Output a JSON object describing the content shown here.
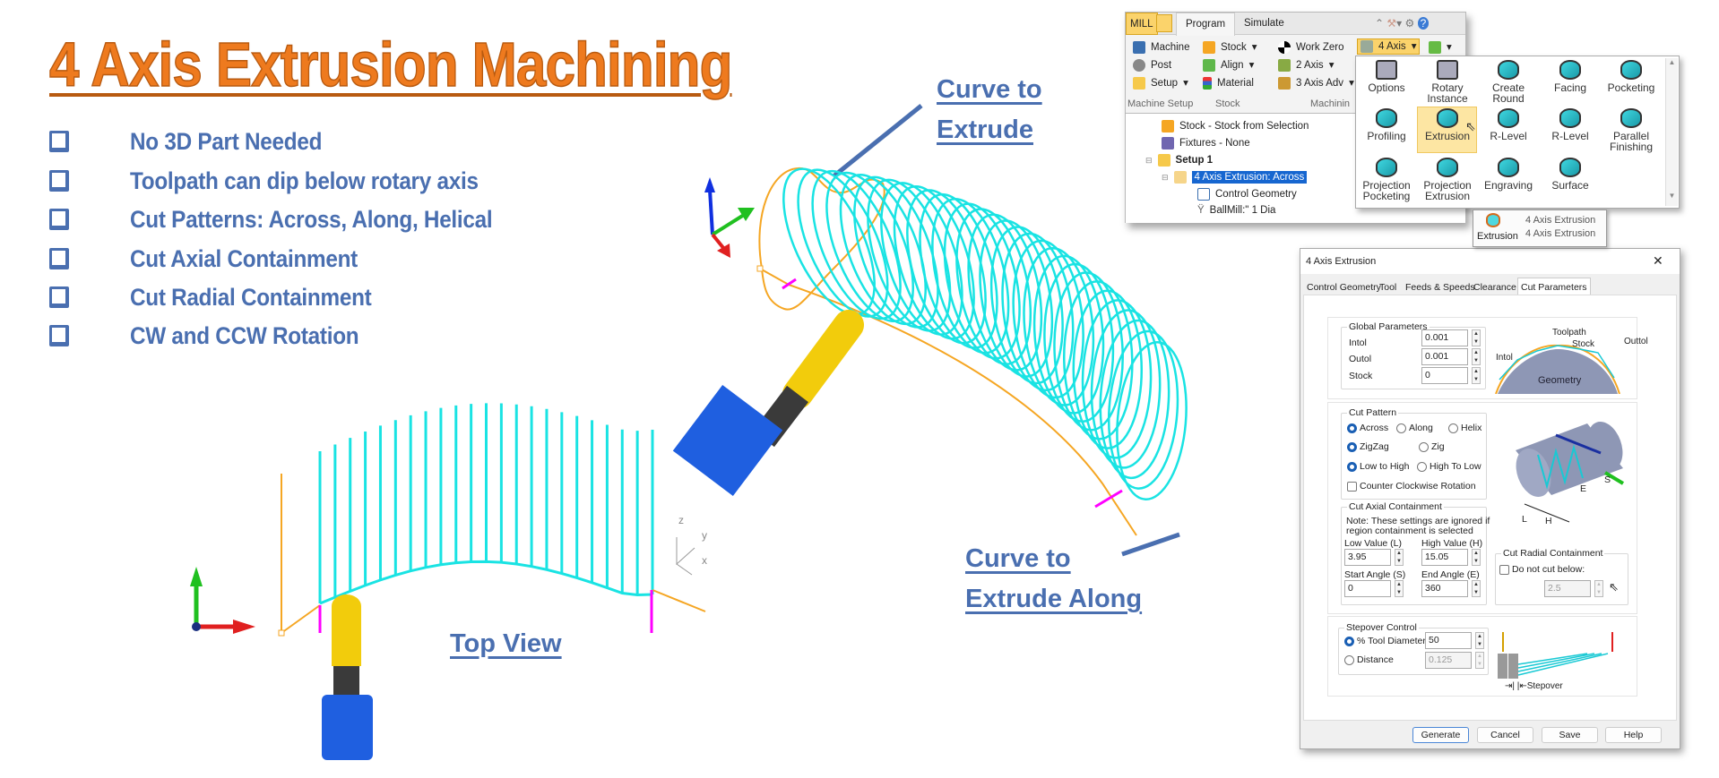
{
  "title": "4 Axis Extrusion Machining",
  "bullets": [
    "No 3D Part Needed",
    "Toolpath can dip below rotary axis",
    "Cut Patterns: Across, Along, Helical",
    "Cut Axial Containment",
    "Cut Radial Containment",
    "CW and CCW Rotation"
  ],
  "callouts": {
    "curve_extrude": [
      "Curve to",
      "Extrude"
    ],
    "curve_along": [
      "Curve to",
      "Extrude Along"
    ],
    "top_view": "Top View"
  },
  "axes_labels": {
    "z": "z",
    "y": "y",
    "x": "x"
  },
  "colors": {
    "title": "#ee7a1e",
    "text_blue": "#4a6fb0",
    "toolpath": "#19e3e3",
    "curve": "#f5a623",
    "marker": "#ff00ff",
    "holder": "#1f5fe0",
    "tool": "#f2cc0c"
  },
  "ribbon": {
    "tabs": [
      "MILL",
      "Program",
      "Simulate"
    ],
    "active_tab": "Program",
    "machine_setup": {
      "items": [
        "Machine",
        "Post",
        "Setup"
      ],
      "label": "Machine Setup"
    },
    "stock": {
      "items": [
        "Stock",
        "Align",
        "Material"
      ],
      "label": "Stock"
    },
    "machining": {
      "items": [
        "Work Zero",
        "2 Axis",
        "3 Axis Adv"
      ],
      "label": "Machinin",
      "four_axis": "4 Axis"
    },
    "tree": [
      "Stock - Stock from Selection",
      "Fixtures - None",
      "Setup 1",
      "4 Axis Extrusion: Across",
      "Control Geometry",
      "BallMill:\" 1 Dia"
    ],
    "panel_items": [
      [
        "Options",
        "Rotary Instance",
        "Create Round",
        "Facing",
        "Pocketing"
      ],
      [
        "Profiling",
        "Extrusion",
        "R-Level",
        "R-Level",
        "Parallel Finishing"
      ],
      [
        "Projection Pocketing",
        "Projection Extrusion",
        "Engraving",
        "Surface",
        ""
      ]
    ],
    "tooltip": {
      "title": "Extrusion",
      "line1": "4 Axis Extrusion",
      "line2": "4 Axis Extrusion"
    }
  },
  "dialog": {
    "title": "4 Axis Extrusion",
    "close": "✕",
    "tabs": [
      "Control Geometry",
      "Tool",
      "Feeds & Speeds",
      "Clearance",
      "Cut Parameters"
    ],
    "active_tab": "Cut Parameters",
    "global": {
      "label": "Global Parameters",
      "intol_label": "Intol",
      "intol": "0.001",
      "outol_label": "Outol",
      "outol": "0.001",
      "stock_label": "Stock",
      "stock": "0"
    },
    "diagram1": {
      "toolpath": "Toolpath",
      "stock": "Stock",
      "outtol": "Outtol",
      "intol": "Intol",
      "geometry": "Geometry"
    },
    "cut_pattern": {
      "label": "Cut Pattern",
      "across": "Across",
      "along": "Along",
      "helix": "Helix",
      "zigzag": "ZigZag",
      "zig": "Zig",
      "low_high": "Low to High",
      "high_low": "High To Low",
      "ccw": "Counter Clockwise Rotation"
    },
    "diagram2": {
      "l": "L",
      "h": "H",
      "e": "E",
      "s": "S"
    },
    "axial": {
      "label": "Cut Axial Containment",
      "note1": "Note:  These settings are ignored if",
      "note2": "region containment is selected",
      "low_label": "Low Value (L)",
      "low": "3.95",
      "high_label": "High Value (H)",
      "high": "15.05",
      "start_label": "Start Angle (S)",
      "start": "0",
      "end_label": "End Angle (E)",
      "end": "360"
    },
    "radial": {
      "label": "Cut Radial Containment",
      "check": "Do not cut below:",
      "value": "2.5"
    },
    "stepover": {
      "label": "Stepover Control",
      "pct_label": "% Tool Diameter",
      "pct": "50",
      "dist_label": "Distance",
      "dist": "0.125",
      "diagram": "Stepover"
    },
    "buttons": {
      "generate": "Generate",
      "cancel": "Cancel",
      "save": "Save",
      "help": "Help"
    }
  }
}
